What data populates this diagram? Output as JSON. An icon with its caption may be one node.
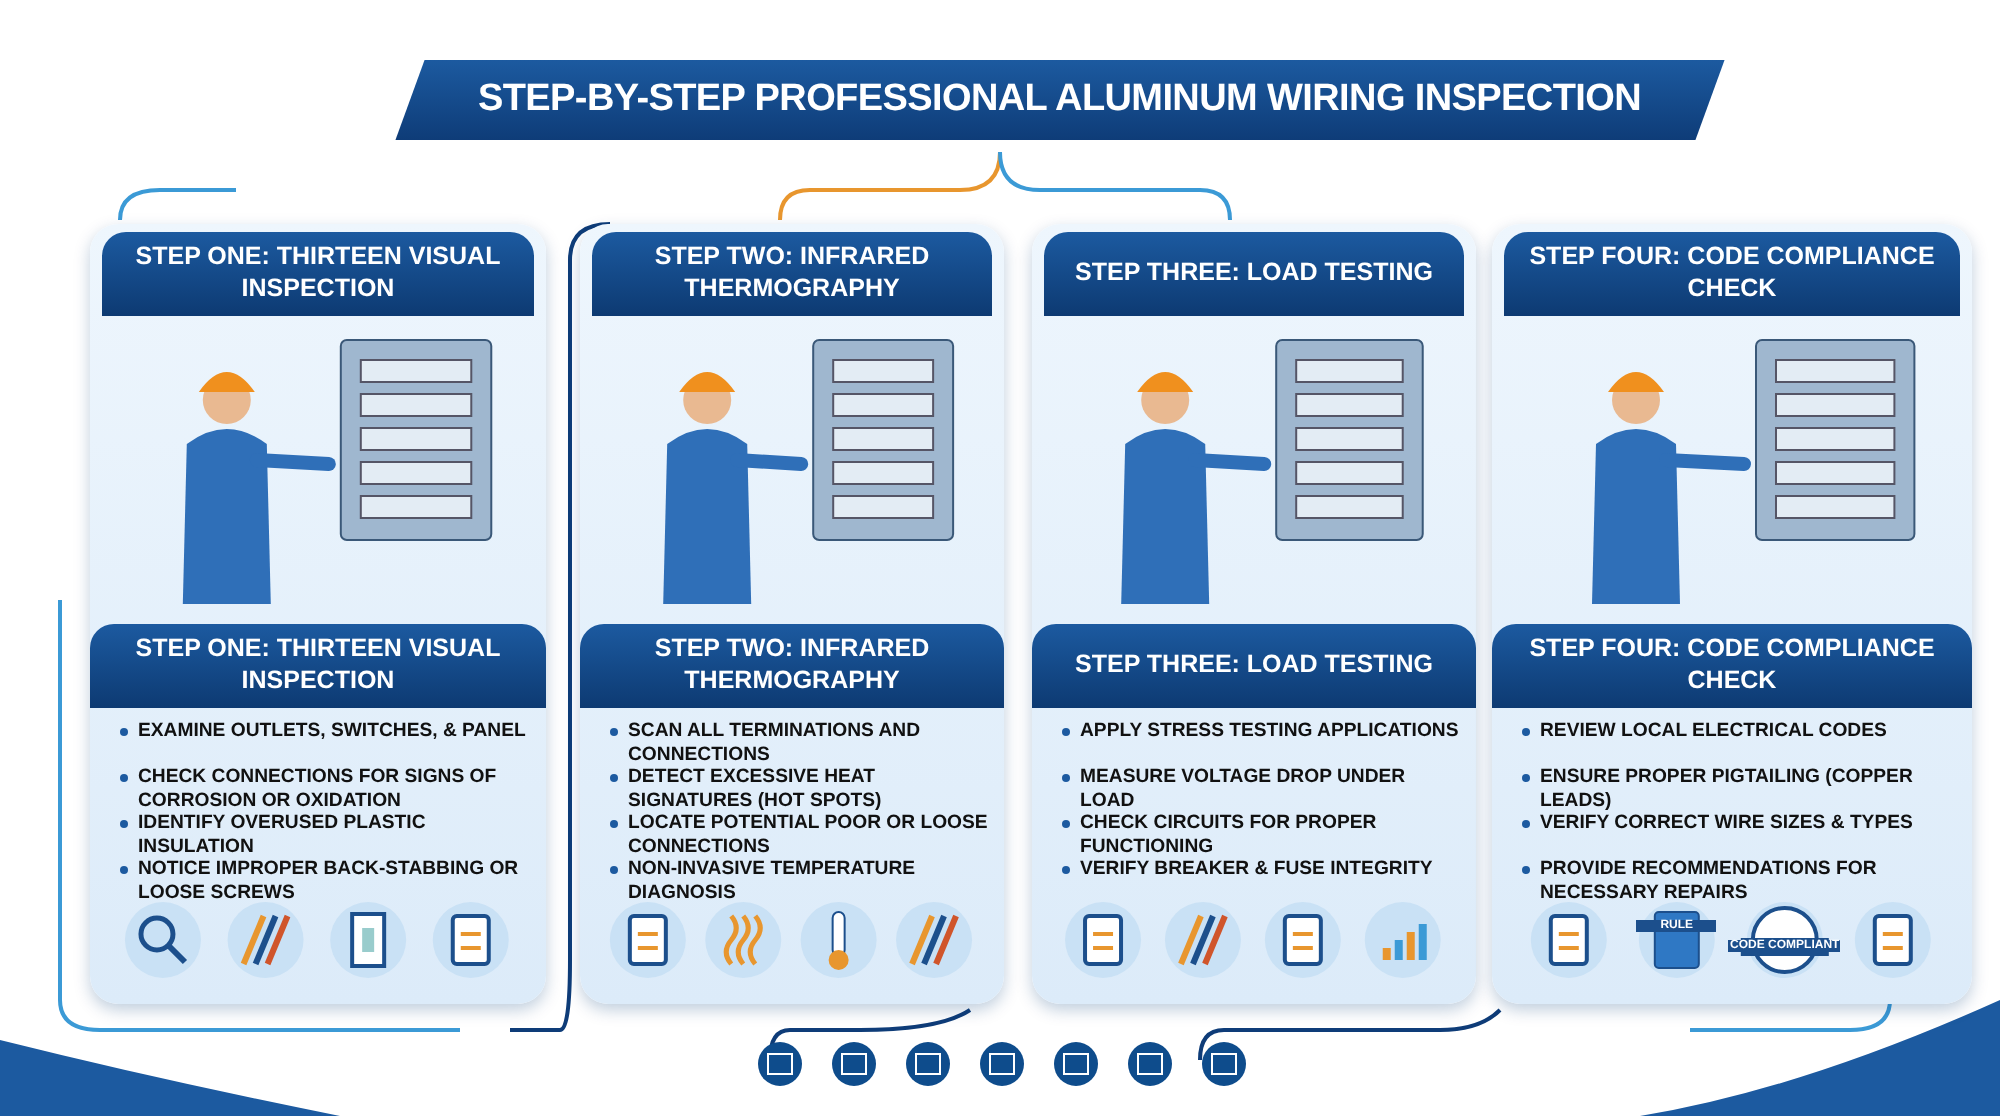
{
  "diagram": {
    "title": "STEP-BY-STEP PROFESSIONAL ALUMINUM WIRING INSPECTION",
    "nodes": [
      {
        "text": [
          "STEP ONE: THIRTEEN VISUAL INSPECTION",
          "STEP ONE: THIRTEEN VISUAL INSPECTION",
          "EXAMINE OUTLETS, SWITCHES, & PANEL",
          "CHECK CONNECTIONS FOR SIGNS OF CORROSION OR OXIDATION",
          "IDENTIFY OVERUSED PLASTIC INSULATION",
          "NOTICE IMPROPER BACK-STABBING OR LOOSE SCREWS"
        ]
      },
      {
        "text": [
          "STEP TWO: INFRARED THERMOGRAPHY",
          "STEP TWO: INFRARED THERMOGRAPHY",
          "SCAN ALL TERMINATIONS AND CONNECTIONS",
          "DETECT EXCESSIVE HEAT SIGNATURES (HOT SPOTS)",
          "LOCATE POTENTIAL POOR OR LOOSE CONNECTIONS",
          "NON-INVASIVE TEMPERATURE DIAGNOSIS"
        ]
      },
      {
        "text": [
          "STEP THREE: LOAD TESTING",
          "STEP THREE: LOAD TESTING",
          "APPLY STRESS TESTING APPLICATIONS",
          "MEASURE VOLTAGE DROP UNDER LOAD",
          "CHECK CIRCUITS FOR PROPER FUNCTIONING",
          "VERIFY BREAKER & FUSE INTEGRITY"
        ]
      },
      {
        "text": [
          "STEP FOUR: CODE COMPLIANCE CHECK",
          "STEP FOUR: CODE COMPLIANCE CHECK",
          "REVIEW LOCAL ELECTRICAL CODES",
          "ENSURE PROPER PIGTAILING (COPPER LEADS)",
          "VERIFY CORRECT WIRE SIZES & TYPES",
          "PROVIDE RECOMMENDATIONS FOR NECESSARY REPAIRS"
        ]
      }
    ],
    "edges": [],
    "labels": [
      "RULE",
      "CODE COMPLIANT"
    ]
  }
}
